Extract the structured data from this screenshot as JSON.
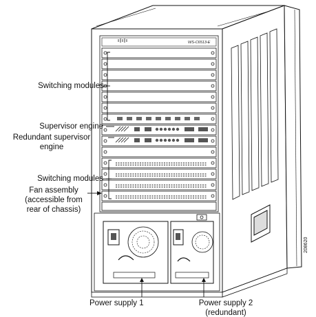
{
  "diagram": {
    "brand_logo": "cisco-logo",
    "model_label": "WS-C6513-E",
    "figure_number": "208620",
    "callouts": {
      "switching_modules_top": "Switching modules",
      "supervisor_engine": "Supervisor engine",
      "redundant_supervisor_line1": "Redundant supervisor",
      "redundant_supervisor_line2": "engine",
      "switching_modules_bottom": "Switching modules",
      "fan_assembly_line1": "Fan assembly",
      "fan_assembly_line2": "(accessible from",
      "fan_assembly_line3": "rear of chassis)",
      "power_supply_1": "Power supply 1",
      "power_supply_2_line1": "Power supply 2",
      "power_supply_2_line2": "(redundant)"
    }
  }
}
